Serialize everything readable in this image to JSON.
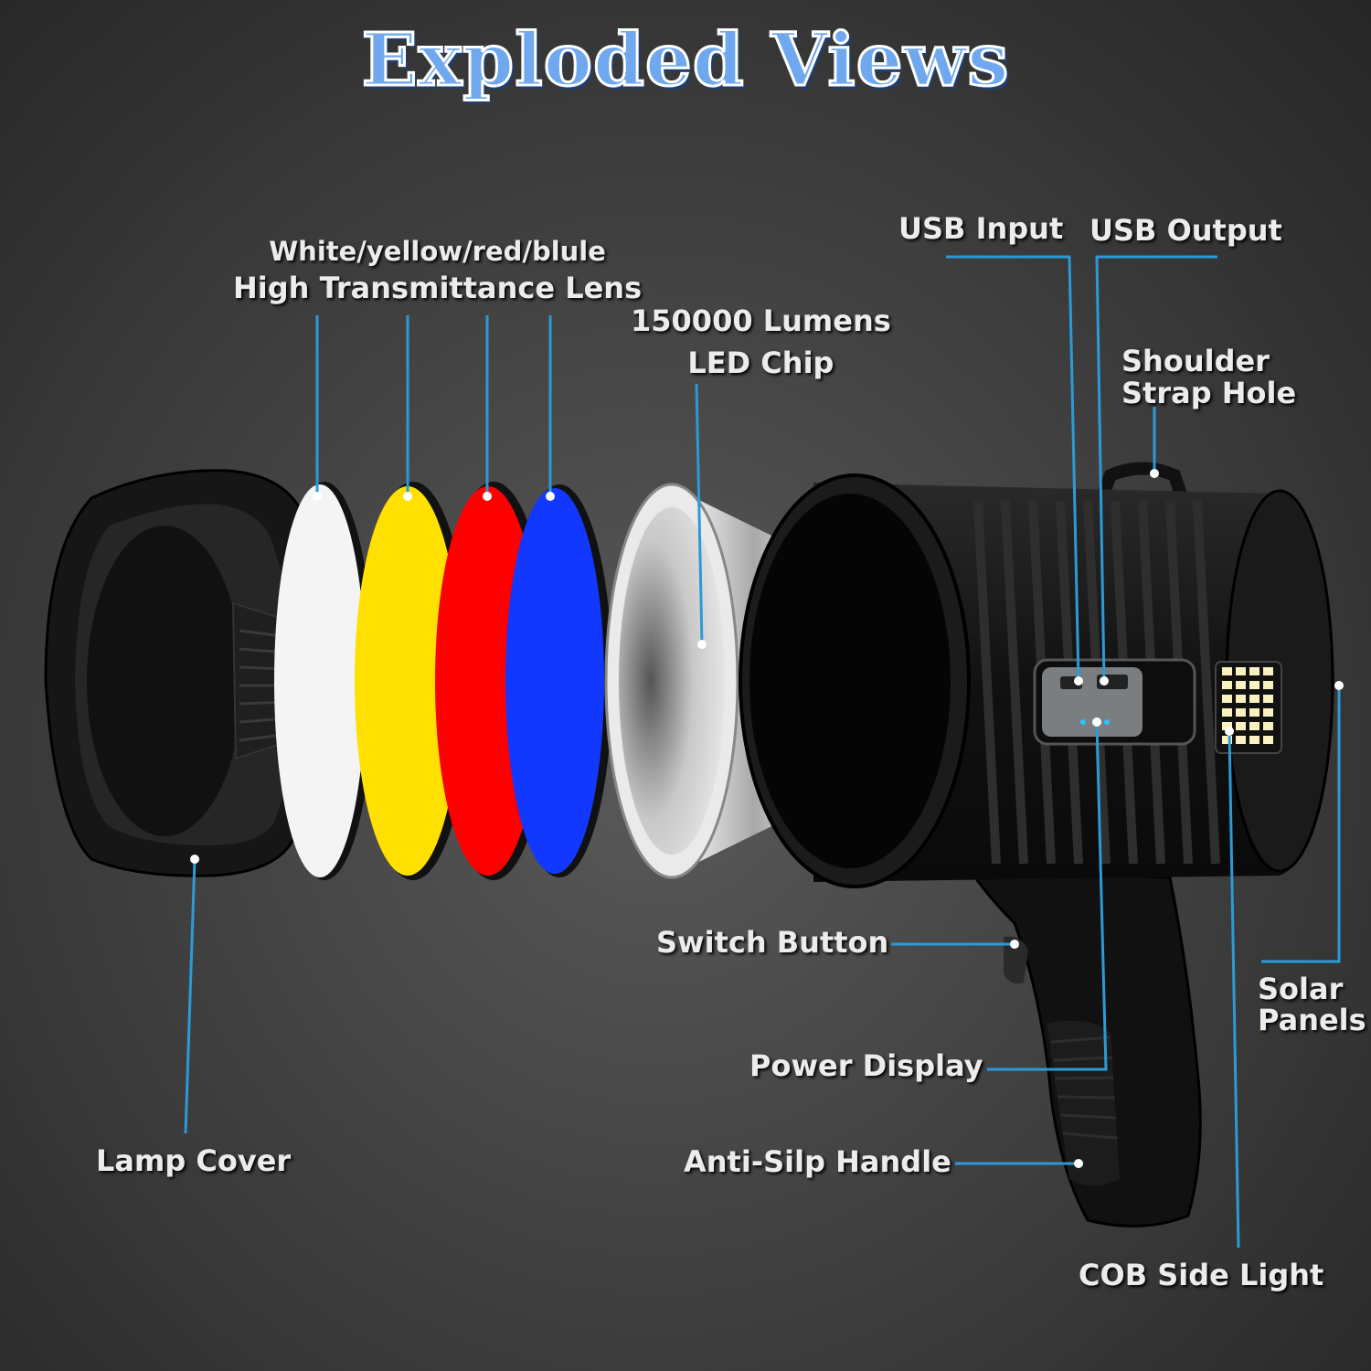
{
  "title": "Exploded Views",
  "labels": {
    "lens_line1": "White/yellow/red/blule",
    "lens_line2": "High Transmittance Lens",
    "led_line1": "150000 Lumens",
    "led_line2": "LED Chip",
    "usb_input": "USB Input",
    "usb_output": "USB Output",
    "strap_line1": "Shoulder",
    "strap_line2": "Strap Hole",
    "switch_button": "Switch Button",
    "solar_line1": "Solar",
    "solar_line2": "Panels",
    "power_display": "Power Display",
    "lamp_cover": "Lamp Cover",
    "handle": "Anti-Silp Handle",
    "cob_light": "COB Side Light"
  },
  "colors": {
    "title_fill": "#6fa8ee",
    "leader_line": "#2a9bd8",
    "lens_white": "#f4f4f4",
    "lens_yellow": "#ffe000",
    "lens_red": "#ff0000",
    "lens_blue": "#1238ff"
  }
}
